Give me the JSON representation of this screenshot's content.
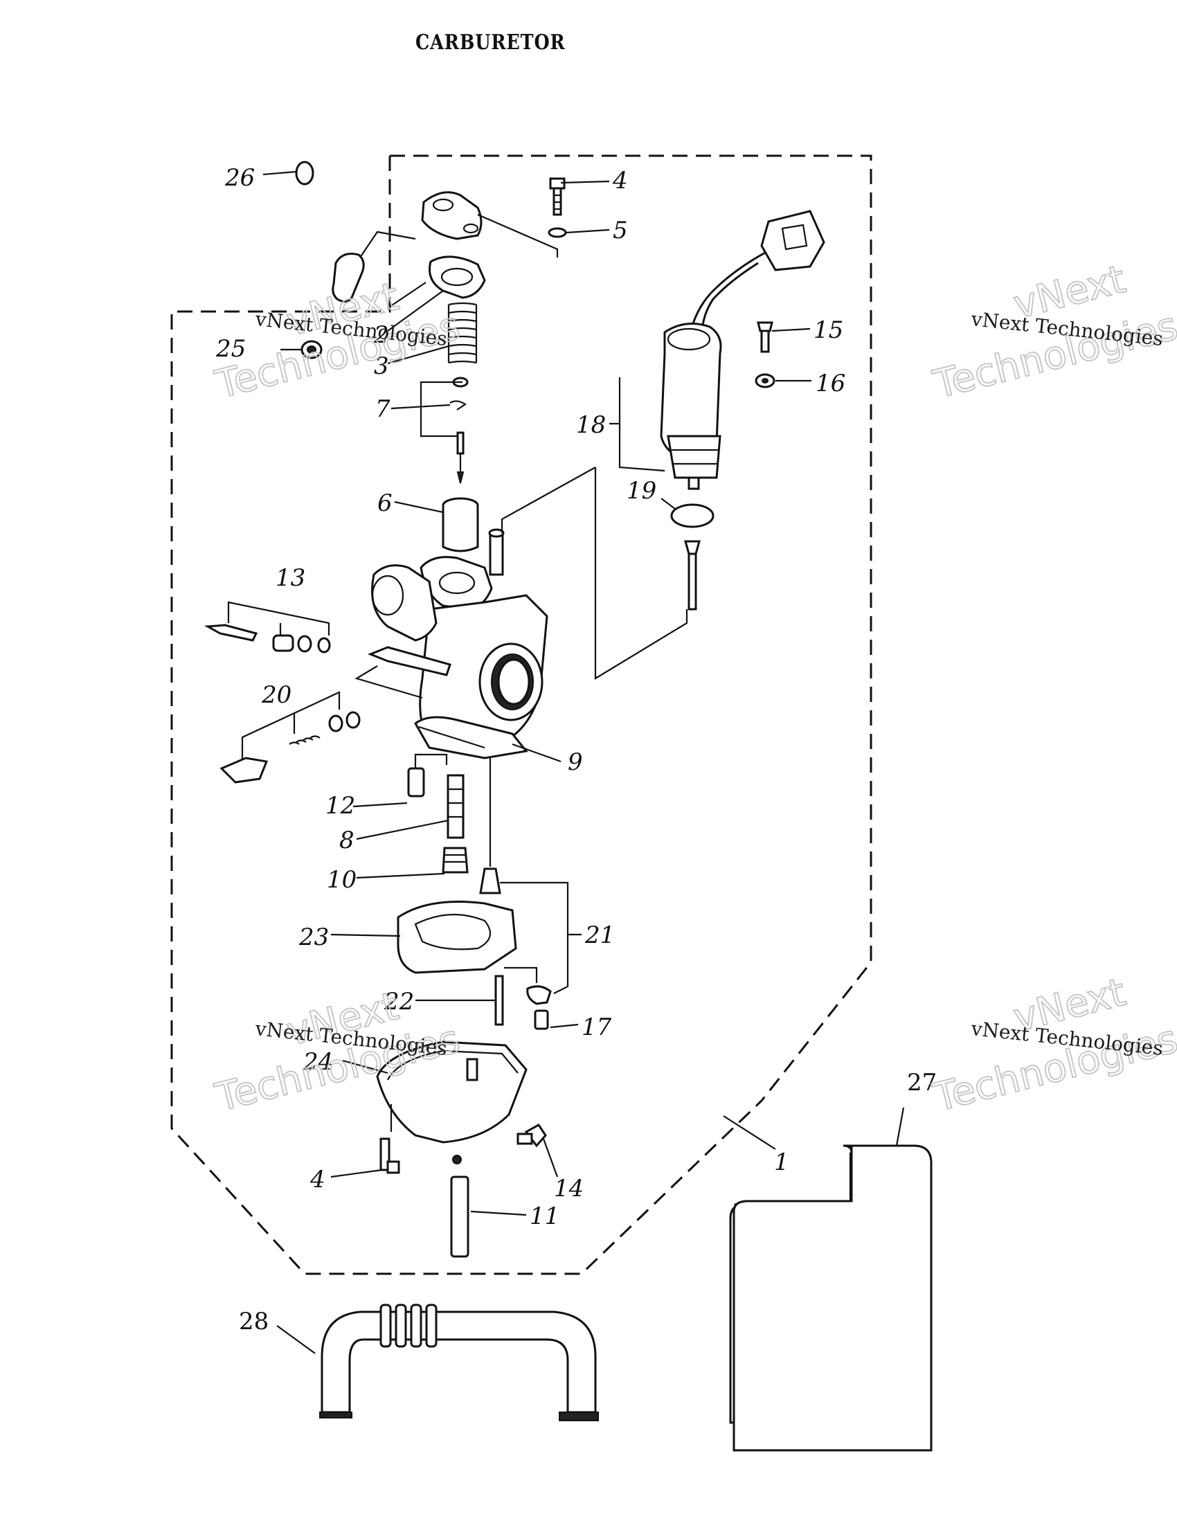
{
  "title": "CARBURETOR",
  "watermark": {
    "small_text": "vNext Technologies",
    "large_word_1": "vNext",
    "large_word_2": "Technologies"
  },
  "callouts": [
    {
      "id": "1",
      "label": "1"
    },
    {
      "id": "2",
      "label": "2"
    },
    {
      "id": "3",
      "label": "3"
    },
    {
      "id": "4a",
      "label": "4"
    },
    {
      "id": "4b",
      "label": "4"
    },
    {
      "id": "5",
      "label": "5"
    },
    {
      "id": "6",
      "label": "6"
    },
    {
      "id": "7",
      "label": "7"
    },
    {
      "id": "8",
      "label": "8"
    },
    {
      "id": "9",
      "label": "9"
    },
    {
      "id": "10",
      "label": "10"
    },
    {
      "id": "11",
      "label": "11"
    },
    {
      "id": "12",
      "label": "12"
    },
    {
      "id": "13",
      "label": "13"
    },
    {
      "id": "14",
      "label": "14"
    },
    {
      "id": "15",
      "label": "15"
    },
    {
      "id": "16",
      "label": "16"
    },
    {
      "id": "17",
      "label": "17"
    },
    {
      "id": "18",
      "label": "18"
    },
    {
      "id": "19",
      "label": "19"
    },
    {
      "id": "20",
      "label": "20"
    },
    {
      "id": "21",
      "label": "21"
    },
    {
      "id": "22",
      "label": "22"
    },
    {
      "id": "23",
      "label": "23"
    },
    {
      "id": "24",
      "label": "24"
    },
    {
      "id": "25",
      "label": "25"
    },
    {
      "id": "26",
      "label": "26"
    },
    {
      "id": "27",
      "label": "27"
    },
    {
      "id": "28",
      "label": "28"
    }
  ]
}
